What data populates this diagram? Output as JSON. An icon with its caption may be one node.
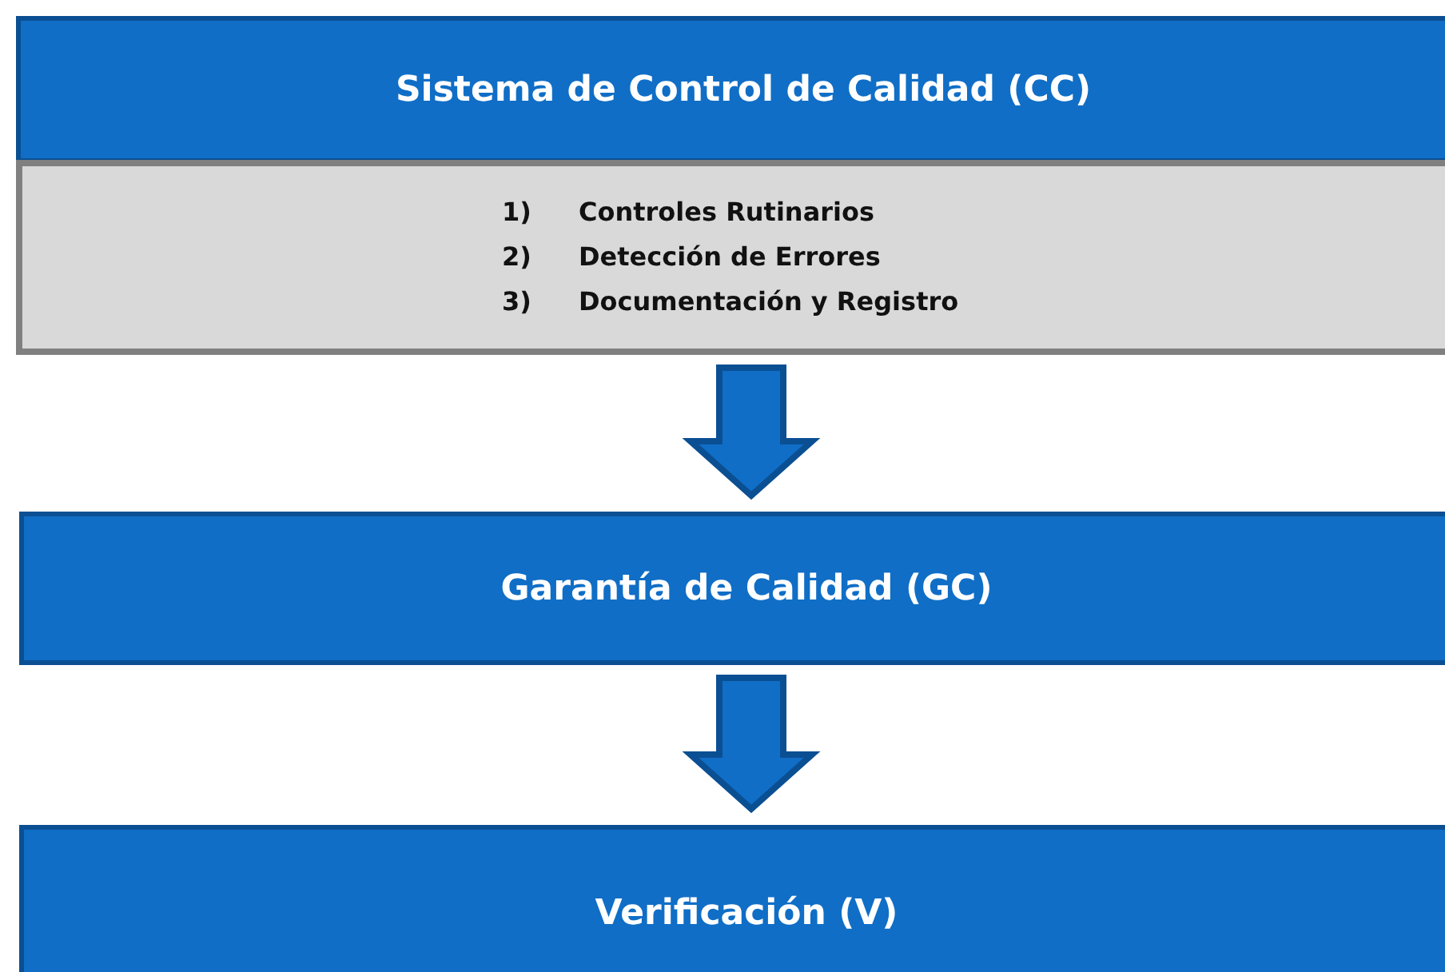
{
  "diagram": {
    "nodes": [
      {
        "text": [
          "Sistema de Control de Calidad (CC)"
        ]
      },
      {
        "text": [
          "1) Controles Rutinarios",
          "2) Detección de Errores",
          "3) Documentación y Registro"
        ]
      },
      {
        "text": [
          "Garantía de Calidad (GC)"
        ]
      },
      {
        "text": [
          "Verificación (V)"
        ]
      }
    ],
    "edges": [
      {
        "from": 1,
        "to": 2,
        "arrow": "to"
      },
      {
        "from": 2,
        "to": 3,
        "arrow": "to"
      }
    ]
  }
}
